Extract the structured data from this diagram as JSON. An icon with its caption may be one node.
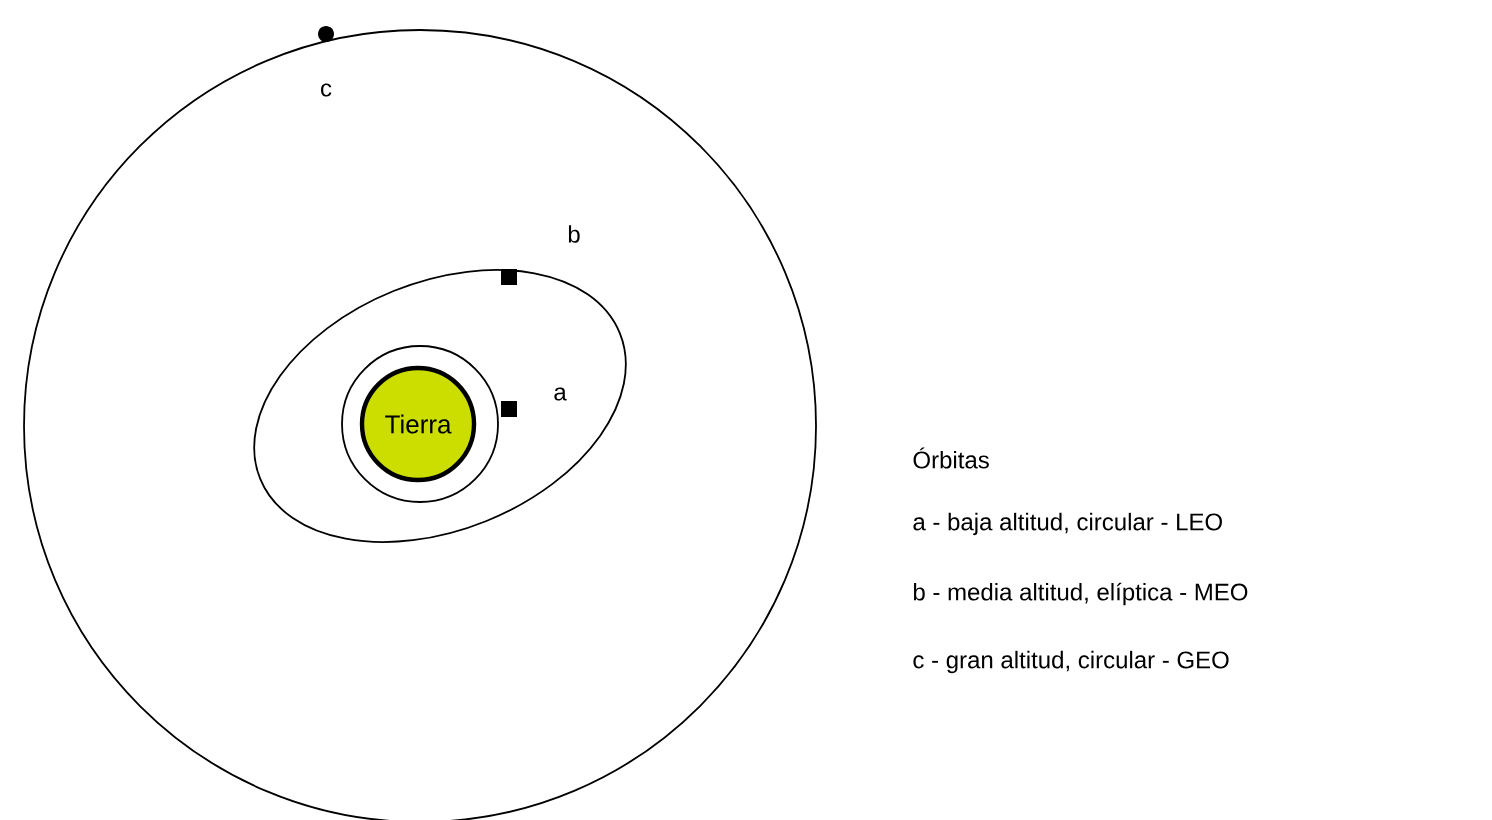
{
  "diagram": {
    "nodes": [
      {
        "text": [
          "Tierra"
        ]
      }
    ],
    "labels": [
      "c",
      "b",
      "a",
      "Órbitas",
      "a - baja altitud, circular - LEO",
      "b - media altitud, elíptica - MEO",
      "c - gran altitud, circular - GEO"
    ]
  }
}
